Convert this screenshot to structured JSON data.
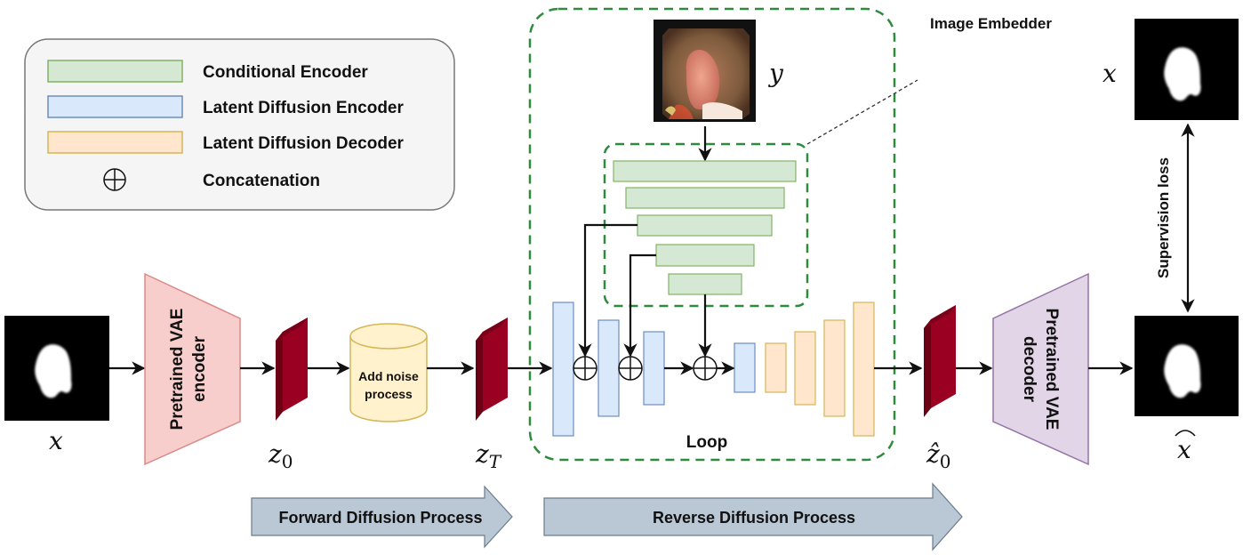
{
  "legend": {
    "items": [
      {
        "label": "Conditional Encoder",
        "swatch": "green"
      },
      {
        "label": "Latent Diffusion Encoder",
        "swatch": "blue"
      },
      {
        "label": "Latent Diffusion Decoder",
        "swatch": "orange"
      },
      {
        "label": "Concatenation",
        "swatch": "concat-symbol"
      }
    ]
  },
  "colors": {
    "green_fill": "#d5e8d4",
    "green_stroke": "#82b366",
    "blue_fill": "#dae8fc",
    "blue_stroke": "#6c8ebf",
    "orange_fill": "#ffe6cc",
    "orange_stroke": "#d6b656",
    "latent_fill": "#990022",
    "latent_side": "#6b0014",
    "encoder_fill": "#f8cecc",
    "encoder_stroke": "#d98b87",
    "decoder_fill": "#e1d5e7",
    "decoder_stroke": "#9673a6",
    "cylinder_fill": "#fff2cc",
    "cylinder_stroke": "#d6b656",
    "loop_dash": "#2e8b3e",
    "process_arrow_fill": "#b9c8d4",
    "process_arrow_stroke": "#6b7c8a"
  },
  "labels": {
    "input_x": "x",
    "encoder": [
      "Pretrained VAE",
      "encoder"
    ],
    "z0": "z",
    "z0_sub": "0",
    "noise": [
      "Add noise",
      "process"
    ],
    "zT": "z",
    "zT_sub": "T",
    "condition_y": "y",
    "image_embedder": "Image Embedder",
    "loop": "Loop",
    "z0_hat": "ẑ",
    "z0_hat_sub": "0",
    "decoder": [
      "Pretrained VAE",
      "decoder"
    ],
    "target_x": "x",
    "output_x_hat": "x",
    "supervision_loss": "Supervision loss",
    "forward_process": "Forward Diffusion Process",
    "reverse_process": "Reverse Diffusion Process"
  },
  "images": {
    "mask_input": "segmentation-mask",
    "condition_image": "colonoscopy-polyp-image",
    "mask_target": "segmentation-mask",
    "mask_output": "segmentation-mask"
  }
}
